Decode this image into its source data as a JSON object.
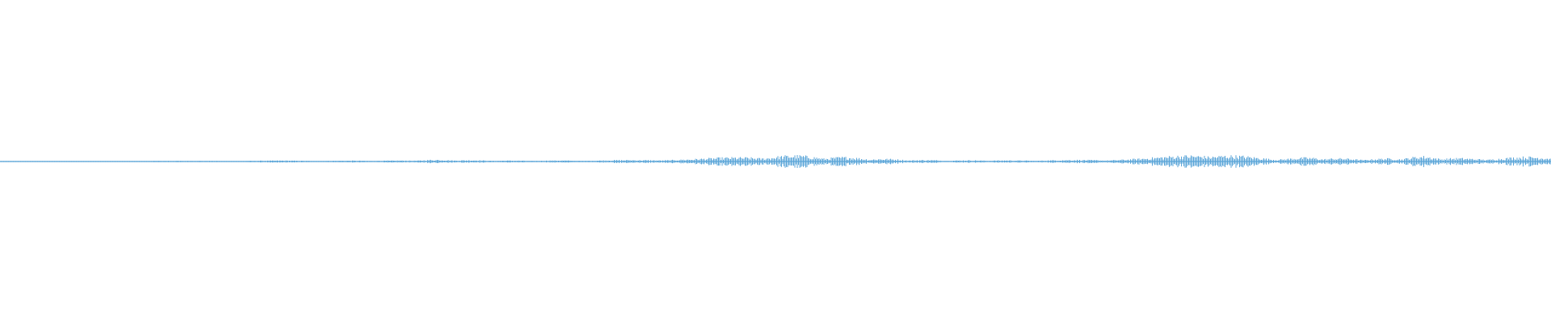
{
  "waveform": {
    "color": "#5aa5d8",
    "background": "#ffffff",
    "amplitude_envelope": [
      0.04,
      0.05,
      0.04,
      0.06,
      0.05,
      0.05,
      0.06,
      0.05,
      0.05,
      0.07,
      0.08,
      0.07,
      0.08,
      0.09,
      0.1,
      0.08,
      0.09,
      0.1,
      0.12,
      0.11,
      0.1,
      0.09,
      0.1,
      0.11,
      0.12,
      0.1,
      0.14,
      0.18,
      0.22,
      0.2,
      0.16,
      0.14,
      0.12,
      0.11,
      0.1,
      0.12,
      0.13,
      0.12,
      0.14,
      0.16,
      0.18,
      0.2,
      0.22,
      0.26,
      0.3,
      0.36,
      0.44,
      0.52,
      0.6,
      0.66,
      0.72,
      0.7,
      0.64,
      0.58,
      0.52,
      0.44,
      0.36,
      0.28,
      0.22,
      0.18,
      0.16,
      0.14,
      0.15,
      0.16,
      0.14,
      0.13,
      0.14,
      0.16,
      0.18,
      0.2,
      0.22,
      0.24,
      0.3,
      0.38,
      0.5,
      0.68,
      0.86,
      1.0,
      0.88,
      0.7,
      0.52,
      0.4,
      0.36,
      0.44,
      0.5,
      0.42,
      0.34,
      0.3,
      0.32,
      0.4,
      0.54,
      0.62,
      0.5,
      0.4,
      0.34,
      0.36,
      0.42,
      0.52,
      0.64,
      0.7
    ]
  }
}
